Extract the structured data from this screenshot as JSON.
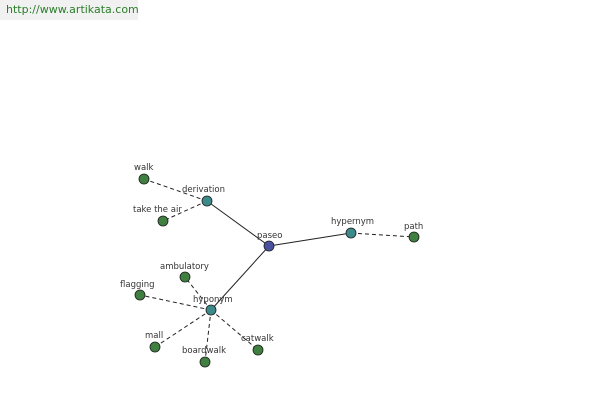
{
  "header": {
    "url": "http://www.artikata.com"
  },
  "colors": {
    "center": "#4a52a0",
    "relation": "#3d8a8a",
    "leaf": "#3f7f3f",
    "edge": "#222222",
    "url_text": "#2a7d2a"
  },
  "nodes": [
    {
      "id": "paseo",
      "label": "paseo",
      "kind": "center"
    },
    {
      "id": "derivation",
      "label": "derivation",
      "kind": "relation"
    },
    {
      "id": "hypernym",
      "label": "hypernym",
      "kind": "relation"
    },
    {
      "id": "hyponym",
      "label": "hyponym",
      "kind": "relation"
    },
    {
      "id": "walk",
      "label": "walk",
      "kind": "leaf"
    },
    {
      "id": "take-the-air",
      "label": "take the air",
      "kind": "leaf"
    },
    {
      "id": "path",
      "label": "path",
      "kind": "leaf"
    },
    {
      "id": "ambulatory",
      "label": "ambulatory",
      "kind": "leaf"
    },
    {
      "id": "flagging",
      "label": "flagging",
      "kind": "leaf"
    },
    {
      "id": "mall",
      "label": "mall",
      "kind": "leaf"
    },
    {
      "id": "boardwalk",
      "label": "boardwalk",
      "kind": "leaf"
    },
    {
      "id": "catwalk",
      "label": "catwalk",
      "kind": "leaf"
    }
  ],
  "edges": [
    {
      "from": "paseo",
      "to": "derivation",
      "style": "solid"
    },
    {
      "from": "paseo",
      "to": "hypernym",
      "style": "solid"
    },
    {
      "from": "paseo",
      "to": "hyponym",
      "style": "solid"
    },
    {
      "from": "derivation",
      "to": "walk",
      "style": "dashed"
    },
    {
      "from": "derivation",
      "to": "take-the-air",
      "style": "dashed"
    },
    {
      "from": "hypernym",
      "to": "path",
      "style": "dashed"
    },
    {
      "from": "hyponym",
      "to": "ambulatory",
      "style": "dashed"
    },
    {
      "from": "hyponym",
      "to": "flagging",
      "style": "dashed"
    },
    {
      "from": "hyponym",
      "to": "mall",
      "style": "dashed"
    },
    {
      "from": "hyponym",
      "to": "boardwalk",
      "style": "dashed"
    },
    {
      "from": "hyponym",
      "to": "catwalk",
      "style": "dashed"
    }
  ]
}
